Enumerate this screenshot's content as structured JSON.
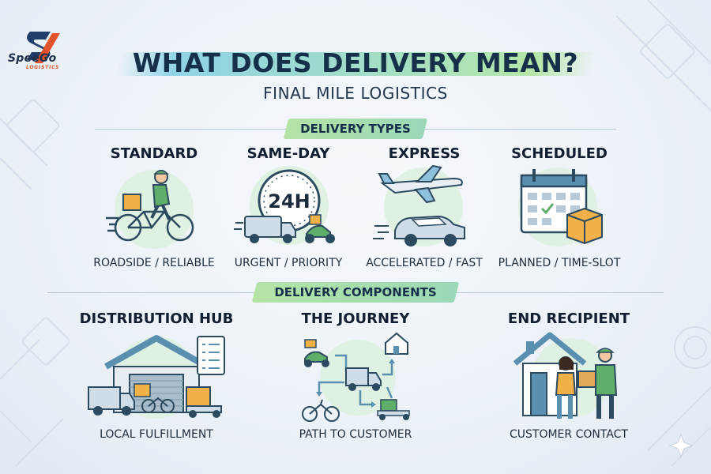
{
  "brand": {
    "name": "SpeeGo",
    "tagline": "LOGISTICS"
  },
  "header": {
    "title": "WHAT DOES DELIVERY MEAN?",
    "subtitle": "FINAL MILE LOGISTICS"
  },
  "delivery_types": {
    "heading": "DELIVERY TYPES",
    "items": [
      {
        "title": "STANDARD",
        "subtitle": "ROADSIDE / RELIABLE",
        "icon": "bicycle-courier-icon"
      },
      {
        "title": "SAME-DAY",
        "subtitle": "URGENT / PRIORITY",
        "icon": "24h-clock-van-icon",
        "badge": "24H"
      },
      {
        "title": "EXPRESS",
        "subtitle": "ACCELERATED / FAST",
        "icon": "airplane-car-icon"
      },
      {
        "title": "SCHEDULED",
        "subtitle": "PLANNED / TIME-SLOT",
        "icon": "calendar-package-icon"
      }
    ]
  },
  "delivery_components": {
    "heading": "DELIVERY COMPONENTS",
    "items": [
      {
        "title": "DISTRIBUTION HUB",
        "subtitle": "LOCAL FULFILLMENT",
        "icon": "warehouse-icon"
      },
      {
        "title": "THE JOURNEY",
        "subtitle": "PATH TO CUSTOMER",
        "icon": "route-map-icon"
      },
      {
        "title": "END RECIPIENT",
        "subtitle": "CUSTOMER CONTACT",
        "icon": "handover-icon"
      }
    ]
  },
  "colors": {
    "navy": "#17304a",
    "accent_green": "#b4e3a5",
    "accent_teal": "#8fd3e6",
    "logo_red": "#e0532c",
    "icon_blue": "#5b8fb0",
    "icon_orange": "#f0b248",
    "icon_green": "#5fae6a"
  }
}
